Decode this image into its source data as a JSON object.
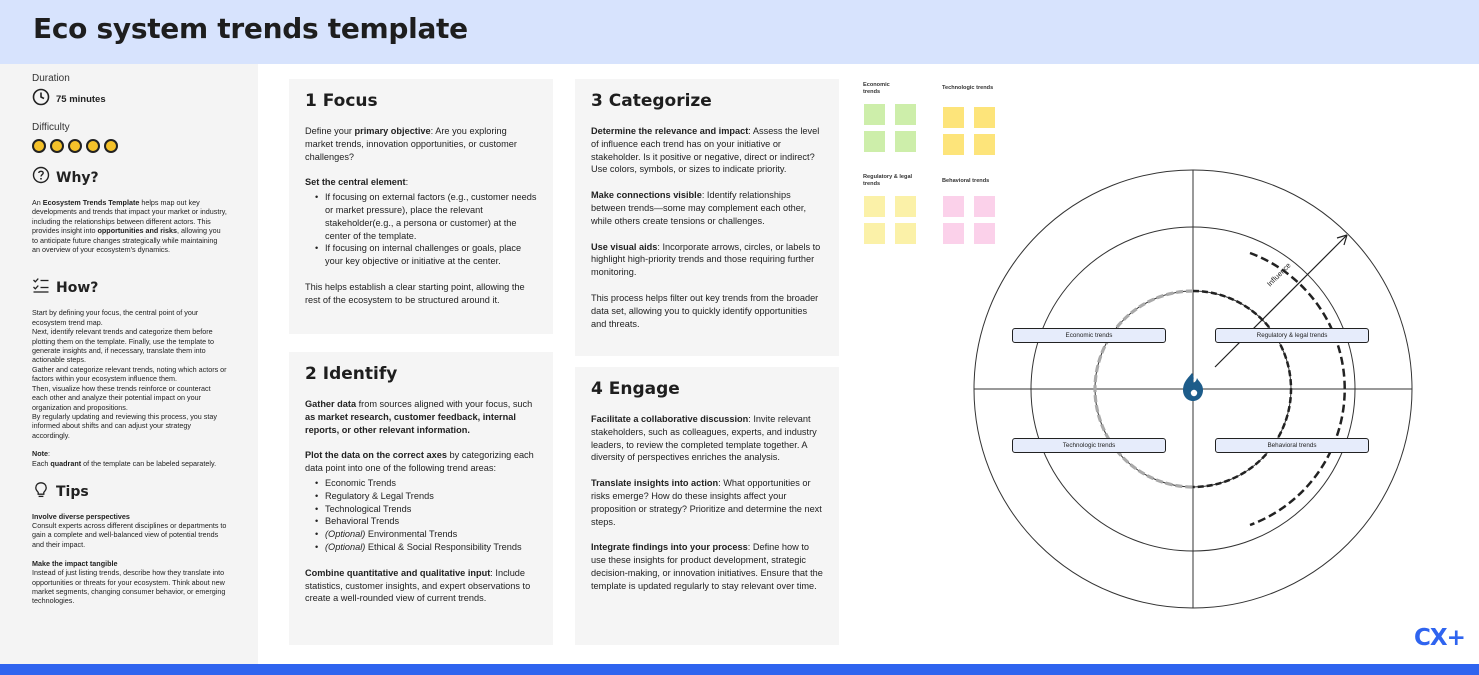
{
  "title": "Eco system trends template",
  "sidebar": {
    "duration_label": "Duration",
    "duration_value": "75 minutes",
    "difficulty_label": "Difficulty",
    "difficulty_level": 5,
    "why": {
      "heading": "Why?",
      "p1": "An ",
      "b1": "Ecosystem Trends Template",
      "p2": " helps map out key developments and trends that impact your market or industry, including the relationships between different actors. This provides insight into ",
      "b2": "opportunities and risks",
      "p3": ", allowing you to anticipate future changes strategically while maintaining an overview of your ecosystem's dynamics."
    },
    "how": {
      "heading": "How?",
      "body": "Start by defining your focus, the central point of your ecosystem trend map.\nNext, identify relevant trends and categorize them before plotting them on the template. Finally, use the template to generate insights and, if necessary, translate them into actionable steps.\nGather and categorize relevant trends, noting which actors or factors within your ecosystem influence them.\nThen, visualize how these trends reinforce or counteract each other and analyze their potential impact on your organization and propositions.\nBy regularly updating and reviewing this process, you stay informed about shifts and can adjust your strategy accordingly.",
      "note_label": "Note",
      "note_p1": "Each ",
      "note_b": "quadrant",
      "note_p2": " of the template can be labeled separately."
    },
    "tips": {
      "heading": "Tips",
      "t1_title": "Involve diverse perspectives",
      "t1_text": "Consult experts across different disciplines or departments to gain a complete and well-balanced view of potential trends and their impact.",
      "t2_title": "Make the impact tangible",
      "t2_text": "Instead of just listing trends, describe how they translate into opportunities or threats for your ecosystem. Think about new market segments, changing consumer behavior, or emerging technologies."
    }
  },
  "focus": {
    "title": "1 Focus",
    "p1a": "Define your ",
    "p1b": "primary objective",
    "p1c": ": Are you exploring market trends, innovation opportunities, or customer challenges?",
    "p2b": "Set the central element",
    "p2c": ":",
    "li1": "If focusing on external factors (e.g., customer needs or market pressure), place the relevant stakeholder(e.g., a persona or customer) at the center of the template.",
    "li2": "If focusing on internal challenges or goals, place your key objective or initiative at the center.",
    "p3": "This helps establish a clear starting point, allowing the rest of the ecosystem to be structured around it."
  },
  "identify": {
    "title": "2 Identify",
    "p1b": "Gather data",
    "p1c": " from sources aligned with your focus, such ",
    "p1d": "as market research, customer feedback, internal reports, or other relevant information.",
    "p2b": "Plot the data on the correct axes",
    "p2c": " by categorizing each data point into one of the following trend areas:",
    "li1": "Economic Trends",
    "li2": "Regulatory & Legal Trends",
    "li3": "Technological Trends",
    "li4": "Behavioral Trends",
    "li5i": "(Optional)",
    "li5": " Environmental Trends",
    "li6i": "(Optional)",
    "li6": " Ethical & Social Responsibility Trends",
    "p3b": "Combine quantitative and qualitative input",
    "p3c": ": Include statistics, customer insights, and expert observations to create a well-rounded view of current trends."
  },
  "categorize": {
    "title": "3 Categorize",
    "p1b": "Determine the relevance and impact",
    "p1c": ": Assess the level of influence each trend has on your initiative or stakeholder. Is it positive or negative, direct or indirect? Use colors, symbols, or sizes to indicate priority.",
    "p2b": "Make connections visible",
    "p2c": ": Identify relationships between trends—some may complement each other, while others create tensions or challenges.",
    "p3b": "Use visual aids",
    "p3c": ": Incorporate arrows, circles, or labels to highlight high-priority trends and those requiring further monitoring.",
    "p4": "This process helps filter out key trends from the broader data set, allowing you to quickly identify opportunities and threats."
  },
  "engage": {
    "title": "4 Engage",
    "p1b": "Facilitate a collaborative discussion",
    "p1c": ": Invite relevant stakeholders, such as colleagues, experts, and industry leaders, to review the completed template together. A diversity of perspectives enriches the analysis.",
    "p2b": "Translate insights into action",
    "p2c": ": What opportunities or risks emerge? How do these insights affect your proposition or strategy? Prioritize and determine the next steps.",
    "p3b": "Integrate findings into your process",
    "p3c": ": Define how to use these insights for product development, strategic decision-making, or innovation initiatives. Ensure that the template is updated regularly to stay relevant over time."
  },
  "stickies": {
    "economic": {
      "label": "Economic trends",
      "color": "#cdeeaa"
    },
    "technologic": {
      "label": "Technologic trends",
      "color": "#fde47a"
    },
    "regulatory": {
      "label": "Regulatory & legal trends",
      "color": "#fbf1a8"
    },
    "behavioral": {
      "label": "Behavioral trends",
      "color": "#fbd1ea"
    }
  },
  "diagram": {
    "influence_label": "Influence",
    "pill_economic": "Economic trends",
    "pill_regulatory": "Regulatory & legal trends",
    "pill_technologic": "Technologic trends",
    "pill_behavioral": "Behavioral trends",
    "center_icon": "flame-icon"
  },
  "logo_text": "CX+",
  "colors": {
    "header": "#d7e3fd",
    "accent": "#2f64ef",
    "star": "#f5c22a",
    "flame": "#1d5c8a"
  }
}
